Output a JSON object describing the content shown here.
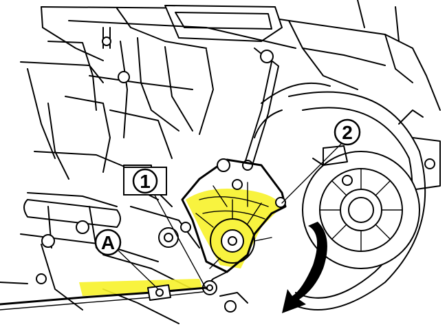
{
  "callouts": {
    "part1": "1",
    "part2": "2",
    "pointA": "A"
  },
  "colors": {
    "line": "#000000",
    "highlight": "#f7f22a",
    "background": "#ffffff"
  },
  "icons": {
    "rotation_arrow": "curved-arrow-icon"
  }
}
